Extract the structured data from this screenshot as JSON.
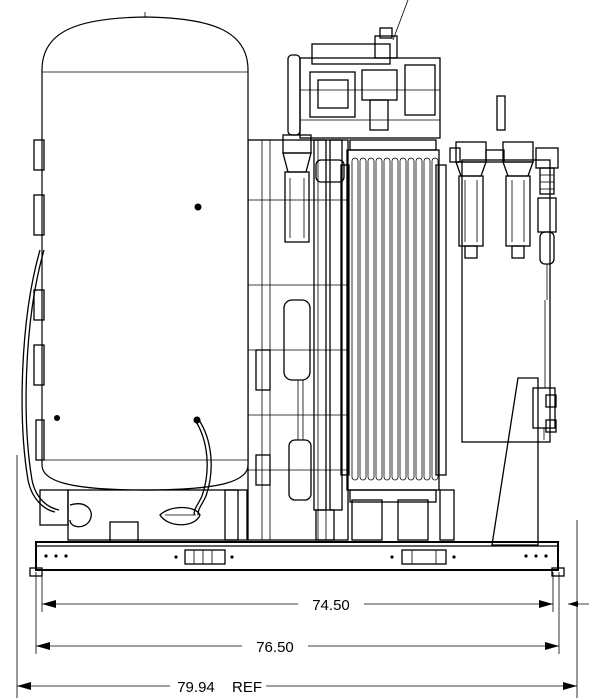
{
  "dimensions": {
    "inner": {
      "value": "74.50"
    },
    "middle": {
      "value": "76.50"
    },
    "overall": {
      "value": "79.94",
      "suffix": "REF"
    }
  }
}
